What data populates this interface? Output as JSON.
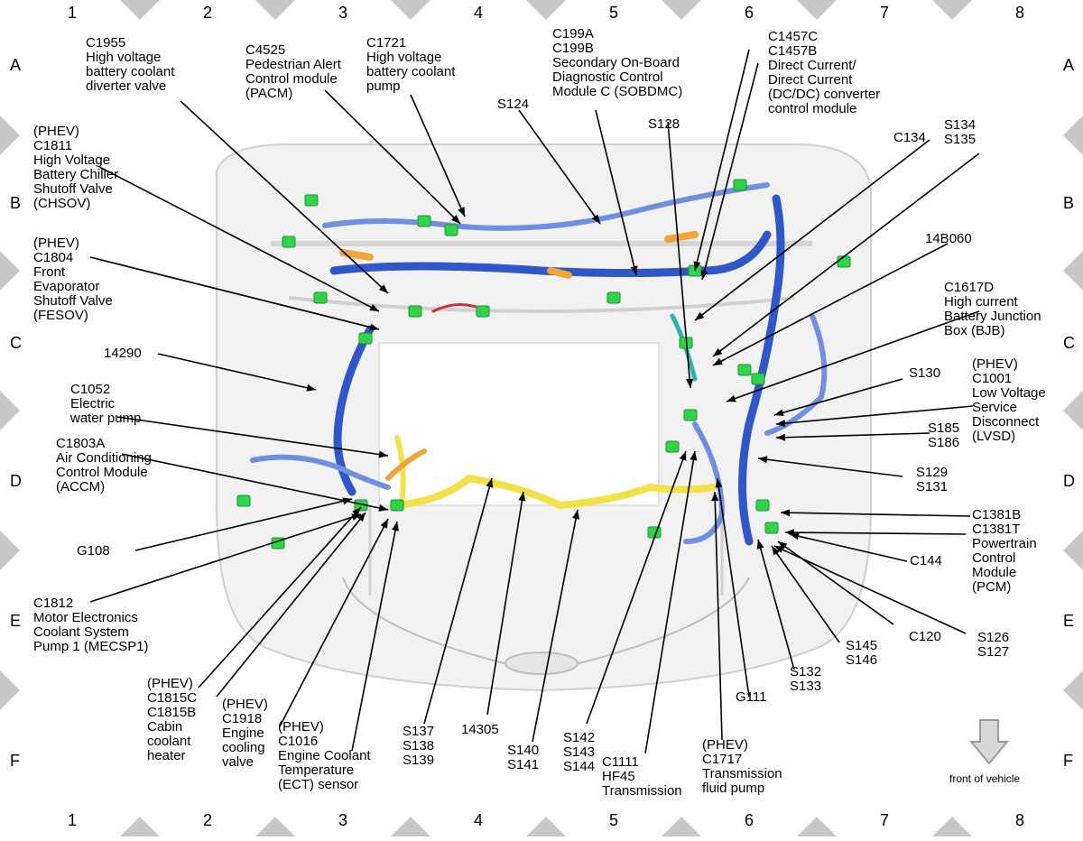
{
  "grid": {
    "columns": [
      "1",
      "2",
      "3",
      "4",
      "5",
      "6",
      "7",
      "8"
    ],
    "rows": [
      "A",
      "B",
      "C",
      "D",
      "E",
      "F"
    ]
  },
  "footer": {
    "front_of_vehicle": "front of vehicle"
  },
  "colors": {
    "harness_blue": "#2f57c8",
    "harness_blue_light": "#6f8fe0",
    "harness_yellow": "#f1e24a",
    "connector_green": "#2fd44a",
    "harness_orange": "#f0a43a",
    "harness_teal": "#2bb3b0",
    "harness_red": "#c8323a",
    "vehicle_gray": "#d9d9d9",
    "border_gray": "#c7c7c7"
  },
  "labels": [
    {
      "id": "c1955",
      "text": "C1955\nHigh voltage\nbattery coolant\ndiverter valve"
    },
    {
      "id": "c4525",
      "text": "C4525\nPedestrian Alert\nControl module\n(PACM)"
    },
    {
      "id": "c1721",
      "text": "C1721\nHigh voltage\nbattery coolant\npump"
    },
    {
      "id": "c199",
      "text": "C199A\nC199B\nSecondary On-Board\nDiagnostic Control\nModule C (SOBDMC)"
    },
    {
      "id": "c1457",
      "text": "C1457C\nC1457B\nDirect Current/\nDirect Current\n(DC/DC) converter\ncontrol module"
    },
    {
      "id": "s124",
      "text": "S124"
    },
    {
      "id": "s128",
      "text": "S128"
    },
    {
      "id": "c134",
      "text": "C134"
    },
    {
      "id": "s134",
      "text": "S134\nS135"
    },
    {
      "id": "c1811",
      "text": "(PHEV)\nC1811\nHigh Voltage\nBattery Chiller\nShutoff Valve\n(CHSOV)"
    },
    {
      "id": "c1804",
      "text": "(PHEV)\nC1804\nFront\nEvaporator\nShutoff Valve\n(FESOV)"
    },
    {
      "id": "14b060",
      "text": "14B060"
    },
    {
      "id": "c1617d",
      "text": "C1617D\nHigh current\nBattery Junction\nBox (BJB)"
    },
    {
      "id": "14290",
      "text": "14290"
    },
    {
      "id": "c1052",
      "text": "C1052\nElectric\nwater pump"
    },
    {
      "id": "s130",
      "text": "S130"
    },
    {
      "id": "c1001",
      "text": "(PHEV)\nC1001\nLow Voltage\nService\nDisconnect\n(LVSD)"
    },
    {
      "id": "s185",
      "text": "S185\nS186"
    },
    {
      "id": "c1803a",
      "text": "C1803A\nAir Conditioning\nControl Module\n(ACCM)"
    },
    {
      "id": "s129",
      "text": "S129\nS131"
    },
    {
      "id": "c1381",
      "text": "C1381B\nC1381T\nPowertrain\nControl\nModule\n(PCM)"
    },
    {
      "id": "g108",
      "text": "G108"
    },
    {
      "id": "c144",
      "text": "C144"
    },
    {
      "id": "c1812",
      "text": "C1812\nMotor Electronics\nCoolant System\nPump 1 (MECSP1)"
    },
    {
      "id": "c120",
      "text": "C120"
    },
    {
      "id": "s126",
      "text": "S126\nS127"
    },
    {
      "id": "s145",
      "text": "S145\nS146"
    },
    {
      "id": "s132",
      "text": "S132\nS133"
    },
    {
      "id": "g111",
      "text": "G111"
    },
    {
      "id": "c1815",
      "text": "(PHEV)\nC1815C\nC1815B\nCabin\ncoolant\nheater"
    },
    {
      "id": "c1918",
      "text": "(PHEV)\nC1918\nEngine\ncooling\nvalve"
    },
    {
      "id": "c1016",
      "text": "(PHEV)\nC1016\nEngine Coolant\nTemperature\n(ECT) sensor"
    },
    {
      "id": "s137",
      "text": "S137\nS138\nS139"
    },
    {
      "id": "14305",
      "text": "14305"
    },
    {
      "id": "s140",
      "text": "S140\nS141"
    },
    {
      "id": "s142",
      "text": "S142\nS143\nS144"
    },
    {
      "id": "c1111",
      "text": "C1111\nHF45\nTransmission"
    },
    {
      "id": "c1717",
      "text": "(PHEV)\nC1717\nTransmission\nfluid pump"
    }
  ]
}
